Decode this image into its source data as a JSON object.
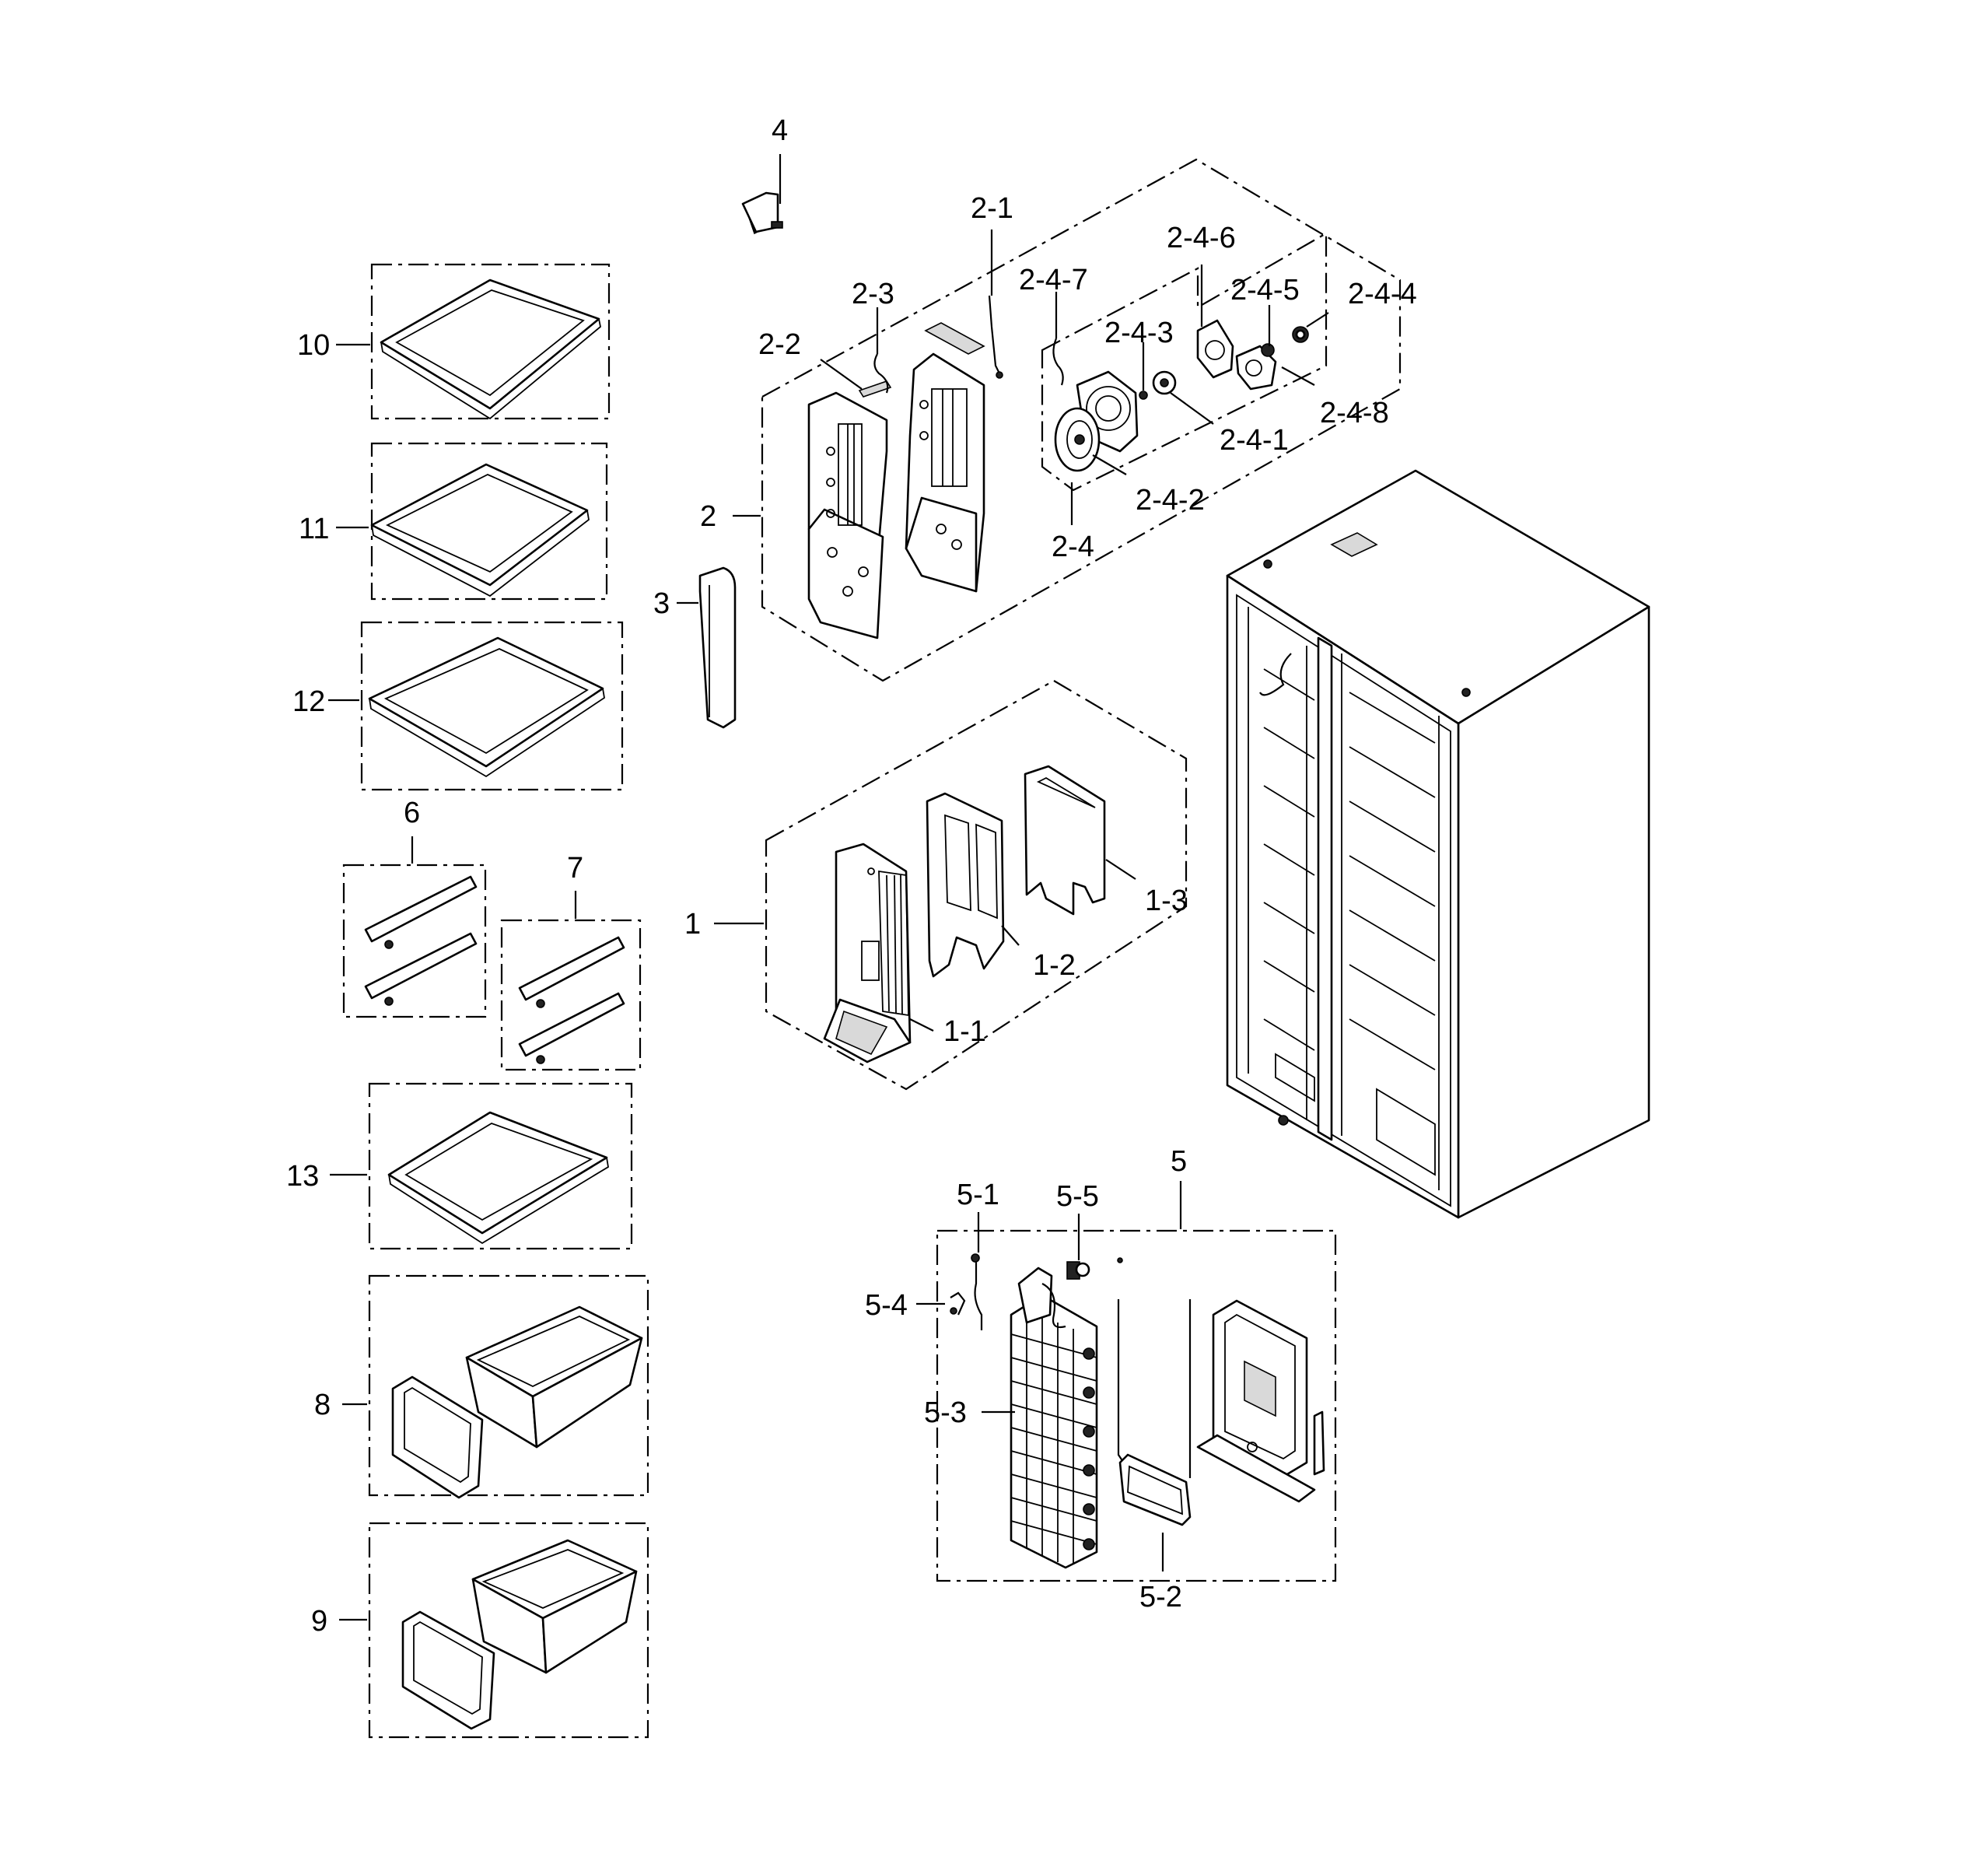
{
  "labels": {
    "l1": "1",
    "l1_1": "1-1",
    "l1_2": "1-2",
    "l1_3": "1-3",
    "l2": "2",
    "l2_1": "2-1",
    "l2_2": "2-2",
    "l2_3": "2-3",
    "l2_4": "2-4",
    "l2_4_1": "2-4-1",
    "l2_4_2": "2-4-2",
    "l2_4_3": "2-4-3",
    "l2_4_4": "2-4-4",
    "l2_4_5": "2-4-5",
    "l2_4_6": "2-4-6",
    "l2_4_7": "2-4-7",
    "l2_4_8": "2-4-8",
    "l3": "3",
    "l4": "4",
    "l5": "5",
    "l5_1": "5-1",
    "l5_2": "5-2",
    "l5_3": "5-3",
    "l5_4": "5-4",
    "l5_5": "5-5",
    "l6": "6",
    "l7": "7",
    "l8": "8",
    "l9": "9",
    "l10": "10",
    "l11": "11",
    "l12": "12",
    "l13": "13"
  }
}
